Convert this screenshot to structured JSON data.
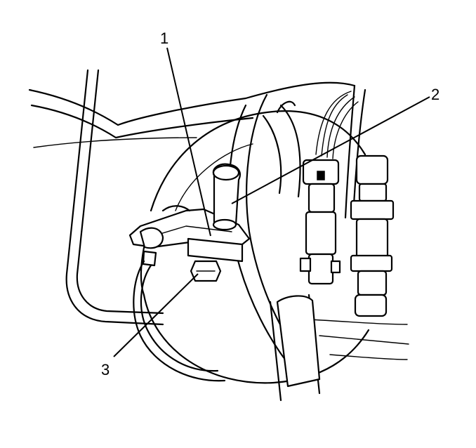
{
  "callouts": [
    {
      "label": "1"
    },
    {
      "label": "2"
    },
    {
      "label": "3"
    }
  ],
  "colors": {
    "ink": "#000000",
    "paper": "#ffffff"
  }
}
